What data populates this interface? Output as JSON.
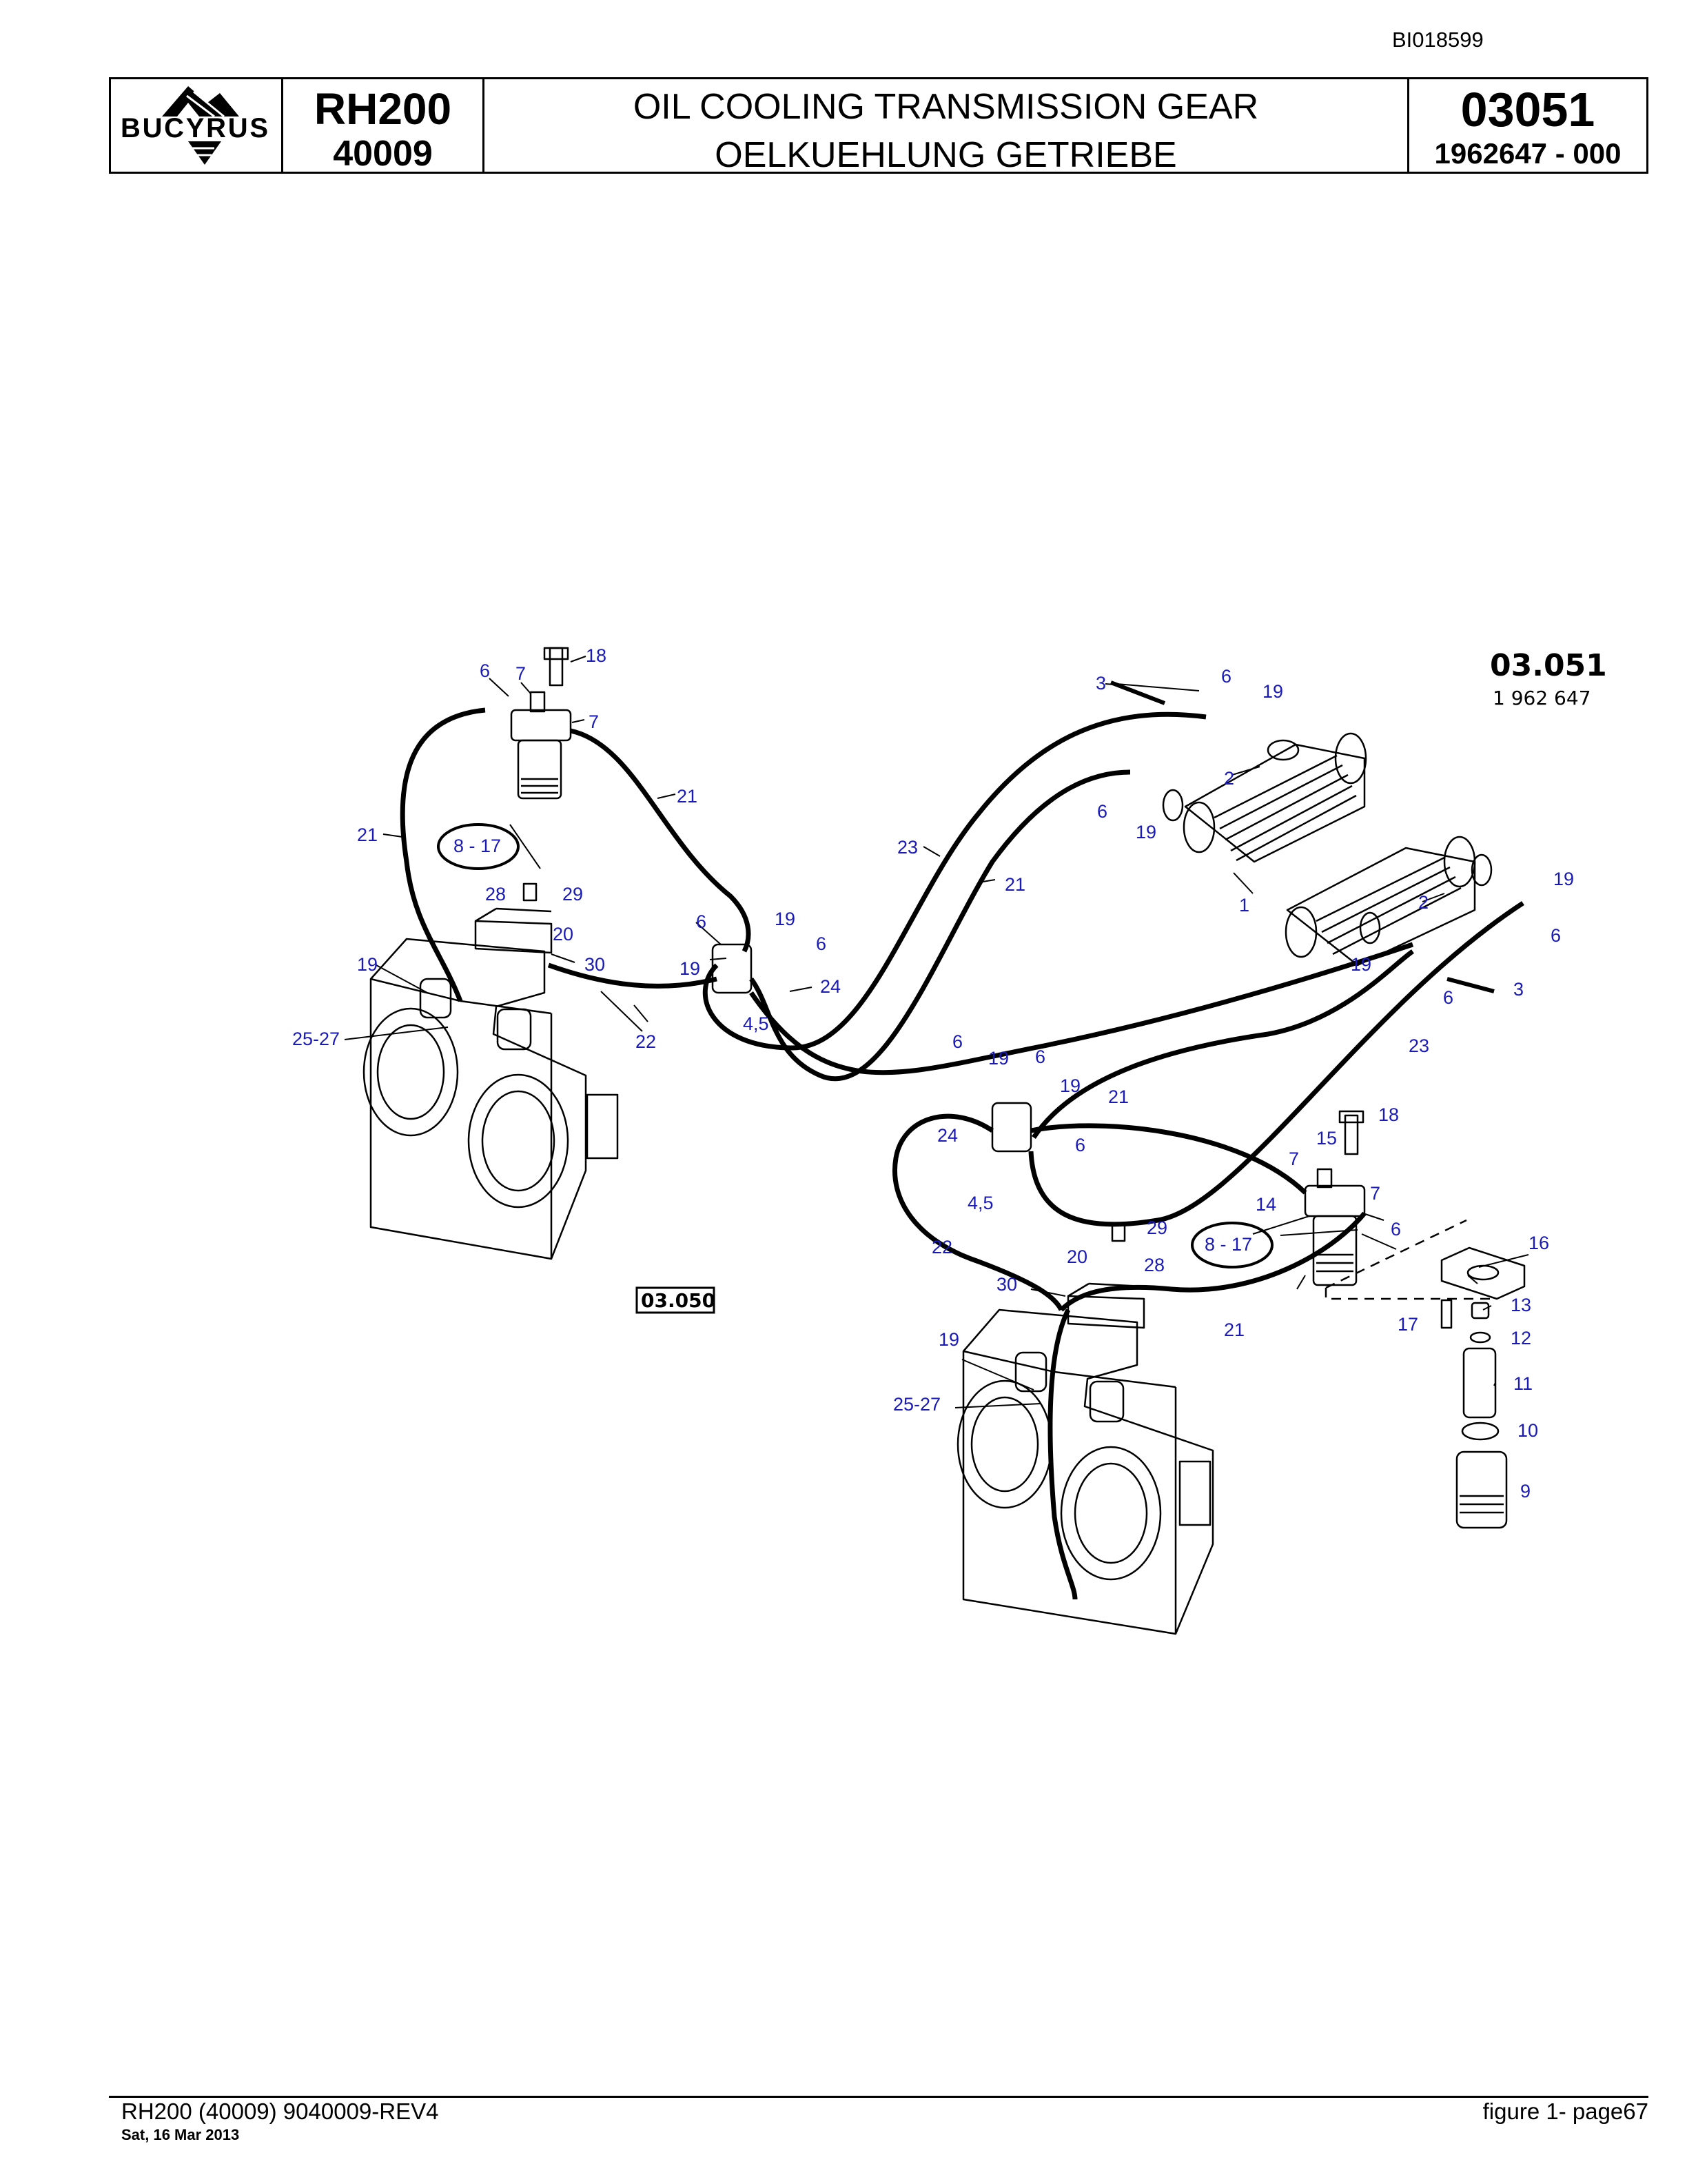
{
  "doc_id": "BI018599",
  "header": {
    "brand": "BUCYRUS",
    "model": "RH200",
    "serial": "40009",
    "title_en": "OIL COOLING TRANSMISSION GEAR",
    "title_de": "OELKUEHLUNG GETRIEBE",
    "section": "03051",
    "part_number": "1962647  - 000"
  },
  "diagram": {
    "ref_code": "03.051",
    "ref_number": "1 962 647",
    "ref_box": "03.050",
    "callouts": [
      "18",
      "6",
      "7",
      "7",
      "21",
      "21",
      "8 - 17",
      "28",
      "29",
      "20",
      "19",
      "30",
      "25-27",
      "22",
      "6",
      "19",
      "19",
      "6",
      "24",
      "4,5",
      "3",
      "6",
      "19",
      "2",
      "6",
      "19",
      "23",
      "21",
      "1",
      "19",
      "2",
      "6",
      "19",
      "6",
      "3",
      "23",
      "6",
      "19",
      "6",
      "19",
      "21",
      "24",
      "6",
      "4,5",
      "18",
      "15",
      "7",
      "14",
      "7",
      "6",
      "8 - 17",
      "29",
      "28",
      "22",
      "20",
      "30",
      "21",
      "16",
      "19",
      "13",
      "17",
      "12",
      "25-27",
      "11",
      "10",
      "9"
    ]
  },
  "footer": {
    "left": "RH200 (40009) 9040009-REV4",
    "date": "Sat, 16 Mar 2013",
    "right": "figure  1- page67"
  }
}
